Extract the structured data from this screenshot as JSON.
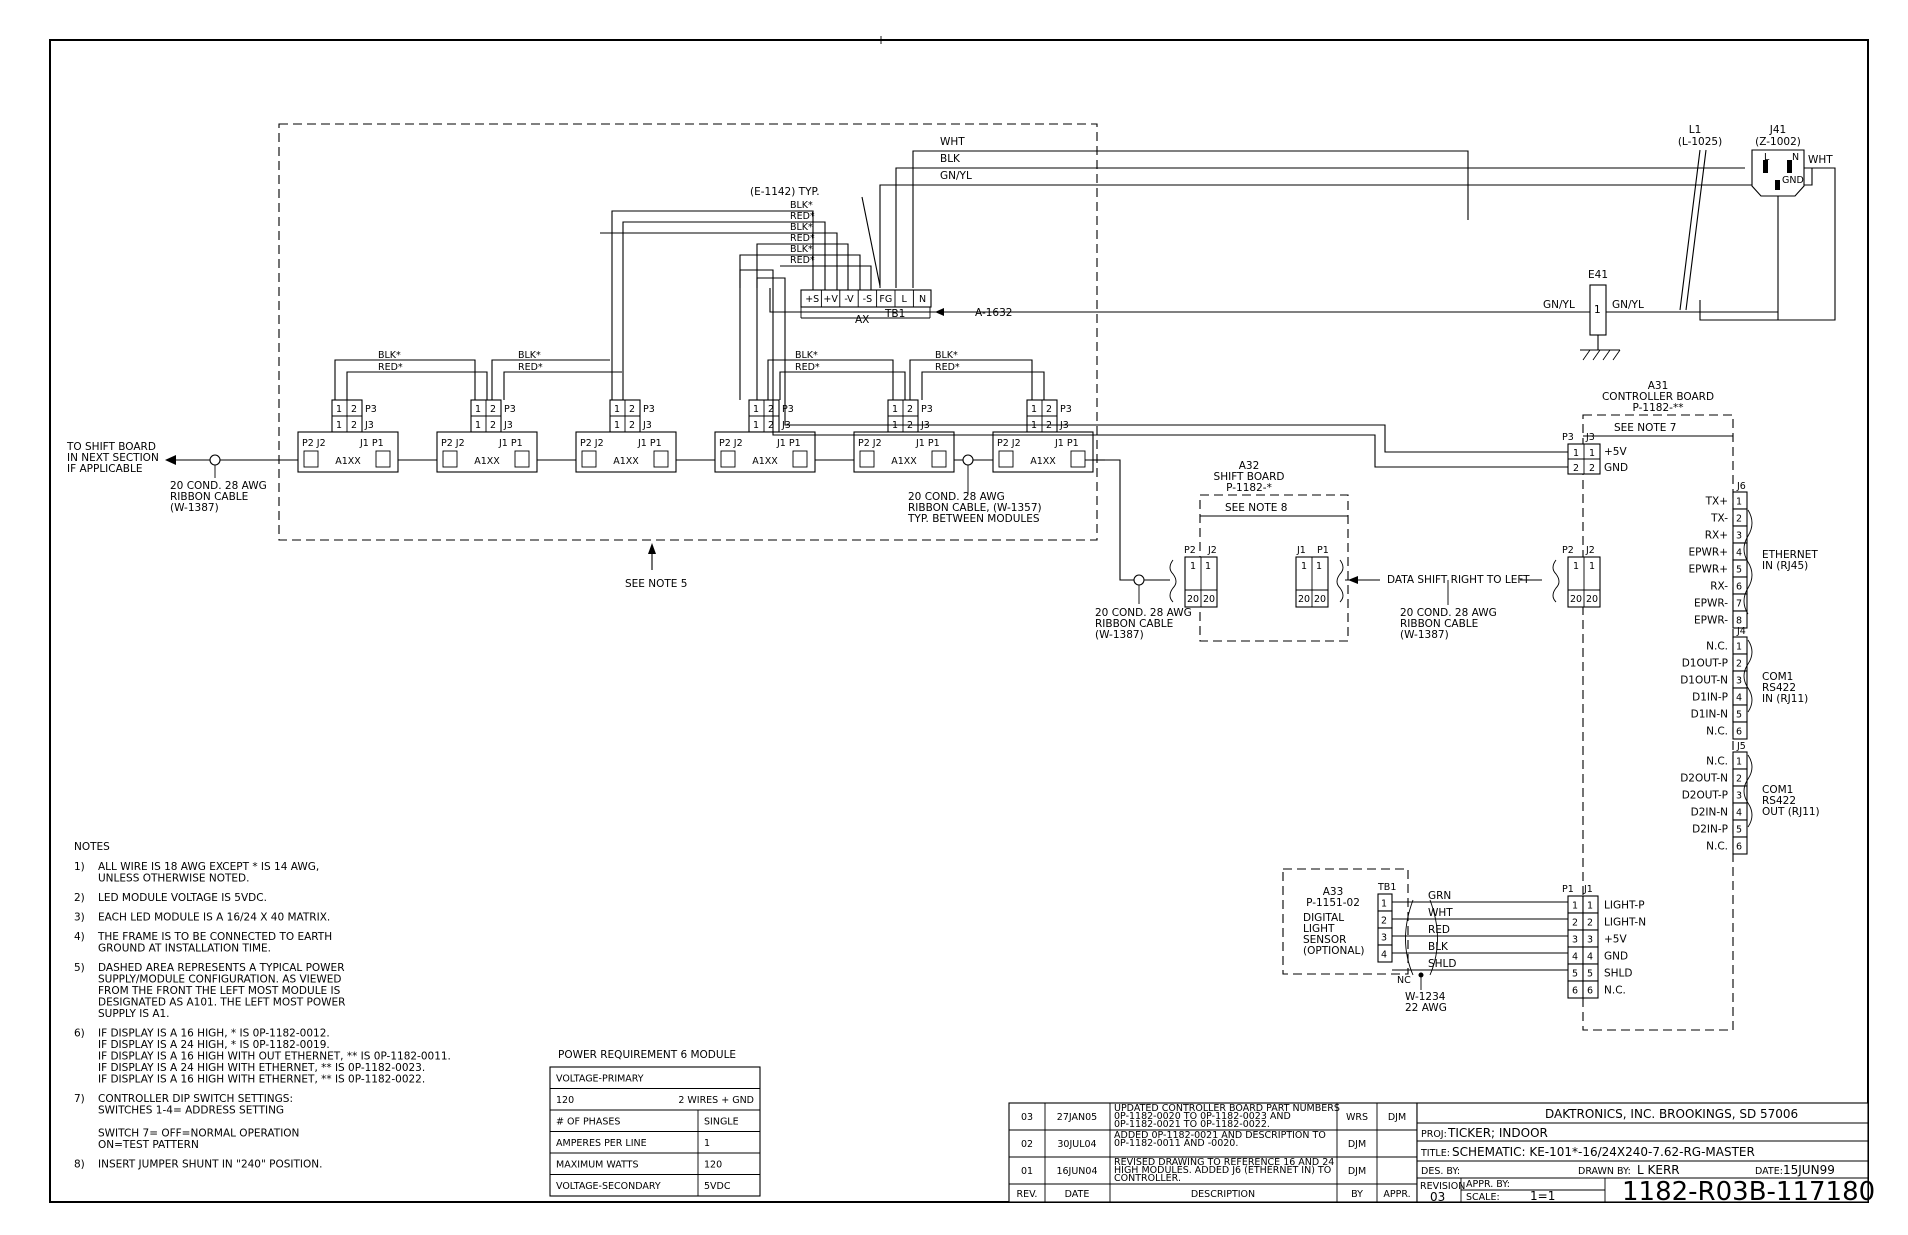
{
  "wires_top": {
    "wht": "WHT",
    "blk": "BLK",
    "gnyl": "GN/YL",
    "e1142": "(E-1142) TYP.",
    "blk_star": "BLK*",
    "red_star": "RED*"
  },
  "l1": {
    "name": "L1",
    "part": "(L-1025)"
  },
  "j41": {
    "name": "J41",
    "part": "(Z-1002)",
    "l": "L",
    "n": "N",
    "gnd": "GND",
    "wht": "WHT"
  },
  "e41": {
    "name": "E41",
    "pin": "1",
    "left": "GN/YL",
    "right": "GN/YL"
  },
  "tb1": {
    "terms": [
      "+S",
      "+V",
      "-V",
      "-S",
      "FG",
      "L",
      "N"
    ],
    "ax": "AX",
    "name": "TB1",
    "ref": "A-1632"
  },
  "module": {
    "p3": "P3",
    "j3": "J3",
    "p2": "P2",
    "j2": "J2",
    "j1": "J1",
    "p1": "P1",
    "name": "A1XX",
    "one": "1",
    "two": "2"
  },
  "left_notes": {
    "to_shift": [
      "TO SHIFT BOARD",
      "IN NEXT SECTION",
      "IF APPLICABLE"
    ],
    "cable_left": [
      "20 COND. 28 AWG",
      "RIBBON CABLE",
      "(W-1387)"
    ],
    "cable_mid": [
      "20 COND. 28 AWG",
      "RIBBON CABLE, (W-1357)",
      "TYP. BETWEEN MODULES"
    ],
    "see_note5": "SEE NOTE 5"
  },
  "a32": {
    "name": "A32",
    "title": "SHIFT BOARD",
    "part": "P-1182-*",
    "note": "SEE NOTE 8",
    "p2": "P2",
    "j2": "J2",
    "j1": "J1",
    "p1": "P1",
    "one": "1",
    "twenty": "20",
    "cable1": [
      "20 COND. 28 AWG",
      "RIBBON CABLE",
      "(W-1387)"
    ],
    "cable2": [
      "20 COND. 28 AWG",
      "RIBBON CABLE",
      "(W-1387)"
    ],
    "data_shift": "DATA SHIFT RIGHT TO LEFT"
  },
  "a31": {
    "name": "A31",
    "title": "CONTROLLER BOARD",
    "part": "P-1182-**",
    "note": "SEE NOTE 7",
    "p3": "P3",
    "j3": "J3",
    "p5v": "+5V",
    "gnd": "GND",
    "p2": "P2",
    "j2": "J2",
    "j6": "J6",
    "j6_pins": [
      "TX+",
      "TX-",
      "RX+",
      "EPWR+",
      "EPWR+",
      "RX-",
      "EPWR-",
      "EPWR-"
    ],
    "ethernet": [
      "ETHERNET",
      "IN (RJ45)"
    ],
    "j4": "J4",
    "j4_pins": [
      "N.C.",
      "D1OUT-P",
      "D1OUT-N",
      "D1IN-P",
      "D1IN-N",
      "N.C."
    ],
    "com1_in": [
      "COM1",
      "RS422",
      "IN (RJ11)"
    ],
    "j5": "J5",
    "j5_pins": [
      "N.C.",
      "D2OUT-N",
      "D2OUT-P",
      "D2IN-N",
      "D2IN-P",
      "N.C."
    ],
    "com1_out": [
      "COM1",
      "RS422",
      "OUT (RJ11)"
    ],
    "p1": "P1",
    "j1": "J1",
    "j1_pins": [
      "LIGHT-P",
      "LIGHT-N",
      "+5V",
      "GND",
      "SHLD",
      "N.C."
    ]
  },
  "a33": {
    "name": "A33",
    "part": "P-1151-02",
    "desc": [
      "DIGITAL",
      "LIGHT",
      "SENSOR",
      "(OPTIONAL)"
    ],
    "tb1": "TB1",
    "wires": [
      "GRN",
      "WHT",
      "RED",
      "BLK",
      "SHLD"
    ],
    "nc": "NC",
    "cable": [
      "W-1234",
      "22 AWG"
    ]
  },
  "notes": {
    "title": "NOTES",
    "items": [
      {
        "n": "1)",
        "lines": [
          "ALL WIRE IS 18 AWG EXCEPT * IS 14 AWG,",
          "UNLESS OTHERWISE NOTED."
        ]
      },
      {
        "n": "2)",
        "lines": [
          "LED MODULE VOLTAGE IS 5VDC."
        ]
      },
      {
        "n": "3)",
        "lines": [
          "EACH LED MODULE IS A 16/24 X 40 MATRIX."
        ]
      },
      {
        "n": "4)",
        "lines": [
          "THE FRAME IS TO BE CONNECTED TO EARTH",
          "GROUND AT INSTALLATION TIME."
        ]
      },
      {
        "n": "5)",
        "lines": [
          "DASHED AREA REPRESENTS A TYPICAL POWER",
          "SUPPLY/MODULE CONFIGURATION. AS VIEWED",
          "FROM THE FRONT THE LEFT MOST MODULE IS",
          "DESIGNATED AS A101. THE LEFT MOST POWER",
          "SUPPLY IS A1."
        ]
      },
      {
        "n": "6)",
        "lines": [
          "IF DISPLAY IS A 16 HIGH, * IS 0P-1182-0012.",
          "IF DISPLAY IS A 24 HIGH, * IS 0P-1182-0019.",
          "IF DISPLAY IS A 16 HIGH WITH OUT ETHERNET, ** IS 0P-1182-0011.",
          "IF DISPLAY IS A 24 HIGH WITH ETHERNET, ** IS 0P-1182-0023.",
          "IF DISPLAY IS A 16 HIGH WITH ETHERNET, ** IS 0P-1182-0022."
        ]
      },
      {
        "n": "7)",
        "lines": [
          "CONTROLLER DIP SWITCH SETTINGS:",
          "SWITCHES 1-4= ADDRESS SETTING",
          "",
          "SWITCH 7=        OFF=NORMAL OPERATION",
          "                  ON=TEST PATTERN"
        ]
      },
      {
        "n": "8)",
        "lines": [
          "INSERT JUMPER SHUNT IN \"240\" POSITION."
        ]
      }
    ]
  },
  "power": {
    "title": "POWER REQUIREMENT  6 MODULE",
    "rows": [
      [
        "VOLTAGE-PRIMARY",
        ""
      ],
      [
        "120",
        "2 WIRES + GND"
      ],
      [
        "# OF PHASES",
        "SINGLE"
      ],
      [
        "AMPERES PER LINE",
        "1"
      ],
      [
        "MAXIMUM WATTS",
        "120"
      ],
      [
        "VOLTAGE-SECONDARY",
        "5VDC"
      ]
    ]
  },
  "revisions": {
    "rows": [
      {
        "rev": "03",
        "date": "27JAN05",
        "desc": [
          "UPDATED CONTROLLER BOARD PART NUMBERS",
          "0P-1182-0020 TO 0P-1182-0023 AND",
          "0P-1182-0021 TO 0P-1182-0022."
        ],
        "by": "WRS",
        "appr": "DJM"
      },
      {
        "rev": "02",
        "date": "30JUL04",
        "desc": [
          "ADDED 0P-1182-0021 AND DESCRIPTION TO",
          "0P-1182-0011 AND -0020."
        ],
        "by": "DJM",
        "appr": ""
      },
      {
        "rev": "01",
        "date": "16JUN04",
        "desc": [
          "REVISED DRAWING TO REFERENCE 16 AND 24",
          "HIGH MODULES. ADDED J6 (ETHERNET IN) TO",
          "CONTROLLER."
        ],
        "by": "DJM",
        "appr": ""
      }
    ],
    "headers": [
      "REV.",
      "DATE",
      "DESCRIPTION",
      "BY",
      "APPR."
    ]
  },
  "title_block": {
    "company": "DAKTRONICS, INC.   BROOKINGS, SD 57006",
    "proj_label": "PROJ:",
    "proj": "TICKER; INDOOR",
    "title_label": "TITLE:",
    "title": "SCHEMATIC: KE-101*-16/24X240-7.62-RG-MASTER",
    "des_label": "DES. BY:",
    "drawn_label": "DRAWN BY:",
    "drawn": "L KERR",
    "date_label": "DATE:",
    "date": "15JUN99",
    "revision_label": "REVISION",
    "revision": "03",
    "appr_label": "APPR. BY:",
    "scale_label": "SCALE:",
    "scale": "1=1",
    "dwg_no": "1182-R03B-117180"
  }
}
